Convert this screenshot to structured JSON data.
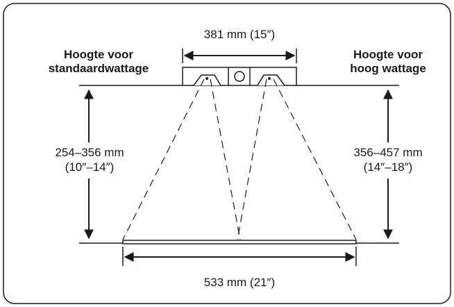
{
  "labels": {
    "top_width": "381 mm (15″)",
    "bottom_width": "533 mm (21″)",
    "left_heading_line1": "Hoogte voor",
    "left_heading_line2": "standaardwattage",
    "right_heading_line1": "Hoogte voor",
    "right_heading_line2": "hoog wattage",
    "left_height_mm": "254–356 mm",
    "left_height_in": "(10″–14″)",
    "right_height_mm": "356–457 mm",
    "right_height_in": "(14″–18″)"
  },
  "colors": {
    "line": "#1a1a1a",
    "frame": "#1a1a1a",
    "background": "#ffffff"
  }
}
